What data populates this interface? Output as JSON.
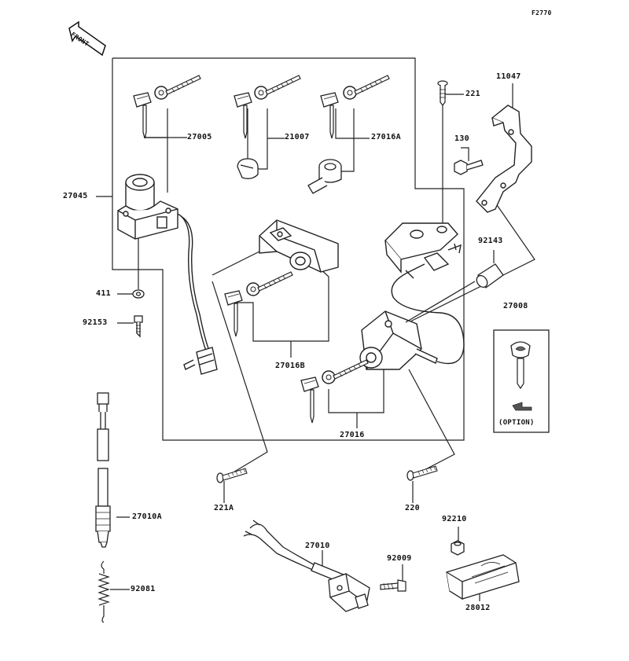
{
  "figure_code": "F2770",
  "front_arrow_label": "FRONT",
  "option_label": "(OPTION)",
  "parts": [
    {
      "id": "p27005",
      "part_no": "27005"
    },
    {
      "id": "p21007",
      "part_no": "21007"
    },
    {
      "id": "p27016A",
      "part_no": "27016A"
    },
    {
      "id": "p27045",
      "part_no": "27045"
    },
    {
      "id": "p221",
      "part_no": "221"
    },
    {
      "id": "p11047",
      "part_no": "11047"
    },
    {
      "id": "p130",
      "part_no": "130"
    },
    {
      "id": "p92143",
      "part_no": "92143"
    },
    {
      "id": "p411",
      "part_no": "411"
    },
    {
      "id": "p92153",
      "part_no": "92153"
    },
    {
      "id": "p27016B",
      "part_no": "27016B"
    },
    {
      "id": "p27016",
      "part_no": "27016"
    },
    {
      "id": "p27008",
      "part_no": "27008"
    },
    {
      "id": "p27010A",
      "part_no": "27010A"
    },
    {
      "id": "p221A",
      "part_no": "221A"
    },
    {
      "id": "p220",
      "part_no": "220"
    },
    {
      "id": "p92210",
      "part_no": "92210"
    },
    {
      "id": "p27010",
      "part_no": "27010"
    },
    {
      "id": "p92009",
      "part_no": "92009"
    },
    {
      "id": "p92081",
      "part_no": "92081"
    },
    {
      "id": "p28012",
      "part_no": "28012"
    }
  ]
}
